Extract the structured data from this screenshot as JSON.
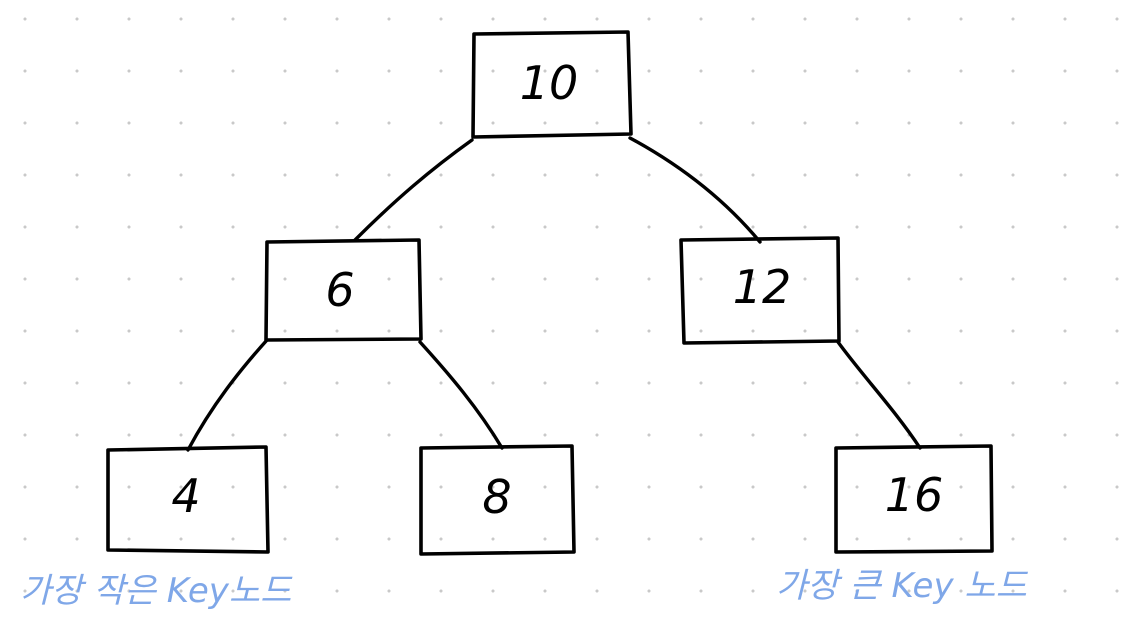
{
  "tree": {
    "nodes": [
      {
        "id": "n10",
        "key": "10"
      },
      {
        "id": "n6",
        "key": "6"
      },
      {
        "id": "n12",
        "key": "12"
      },
      {
        "id": "n4",
        "key": "4"
      },
      {
        "id": "n8",
        "key": "8"
      },
      {
        "id": "n16",
        "key": "16"
      }
    ],
    "edges": [
      {
        "from": "n10",
        "to": "n6"
      },
      {
        "from": "n10",
        "to": "n12"
      },
      {
        "from": "n6",
        "to": "n4"
      },
      {
        "from": "n6",
        "to": "n8"
      },
      {
        "from": "n12",
        "to": "n16"
      }
    ]
  },
  "annotations": {
    "min_node_label": "가장 작은 Key노드",
    "max_node_label": "가장 큰 Key 노드"
  },
  "colors": {
    "ink": "#000000",
    "annotation": "#7fa7e8",
    "grid_dot": "#c9c9c9",
    "background": "#ffffff"
  }
}
